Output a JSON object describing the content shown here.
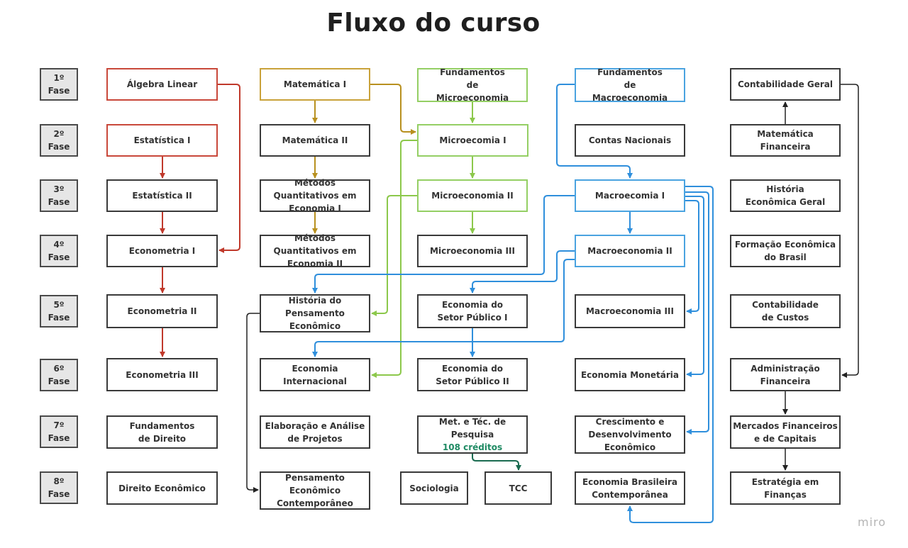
{
  "title": "Fluxo do curso",
  "watermark": "miro",
  "colors": {
    "statistics_track": "#c0392b",
    "math_track": "#b8901f",
    "micro_track": "#8cc84b",
    "macro_track": "#2f8fdc",
    "general_track": "#222222",
    "research_track": "#1a6b50",
    "credits_text": "#1f8a63",
    "phase_fill": "#e6e6e6"
  },
  "phases": [
    "1º Fase",
    "2º Fase",
    "3º Fase",
    "4º Fase",
    "5º Fase",
    "6º Fase",
    "7º Fase",
    "8º Fase"
  ],
  "courses": {
    "algebra_linear": "Álgebra Linear",
    "estatistica_1": "Estatística I",
    "estatistica_2": "Estatística II",
    "econometria_1": "Econometria I",
    "econometria_2": "Econometria II",
    "econometria_3": "Econometria III",
    "fundamentos_direito": "Fundamentos de Direito",
    "direito_economico": "Direito Econômico",
    "matematica_1": "Matemática I",
    "matematica_2": "Matemática II",
    "metodos_quant_1": "Métodos Quantitativos em Economia I",
    "metodos_quant_2": "Métodos Quantitativos em Economia II",
    "historia_pensamento": "História do Pensamento Econômico",
    "economia_internacional": "Economia Internacional",
    "elaboracao_projetos": "Elaboração e Análise de Projetos",
    "pensamento_contemporaneo": "Pensamento Econômico Contemporâneo",
    "fundamentos_micro": "Fundamentos de Microeconomia",
    "micro_1": "Microecomia I",
    "micro_2": "Microeconomia II",
    "micro_3": "Microeconomia III",
    "setor_publico_1": "Economia do Setor Público I",
    "setor_publico_2": "Economia do Setor Público II",
    "met_pesquisa": "Met. e Téc. de Pesquisa",
    "met_pesquisa_credits": "108 créditos",
    "sociologia": "Sociologia",
    "tcc": "TCC",
    "fundamentos_macro": "Fundamentos de Macroeconomia",
    "contas_nacionais": "Contas Nacionais",
    "macro_1": "Macroecomia I",
    "macro_2": "Macroeconomia II",
    "macro_3": "Macroeconomia III",
    "economia_monetaria": "Economia Monetária",
    "crescimento": "Crescimento e Desenvolvimento Econômico",
    "economia_brasileira": "Economia Brasileira Contemporânea",
    "contabilidade_geral": "Contabilidade Geral",
    "matematica_financeira": "Matemática Financeira",
    "historia_economica": "História Econômica Geral",
    "formacao_economica": "Formação Econômica do Brasil",
    "contabilidade_custos": "Contabilidade de Custos",
    "administracao_financeira": "Administração Financeira",
    "mercados_financeiros": "Mercados Financeiros e de Capitais",
    "estrategia_financas": "Estratégia em Finanças"
  }
}
